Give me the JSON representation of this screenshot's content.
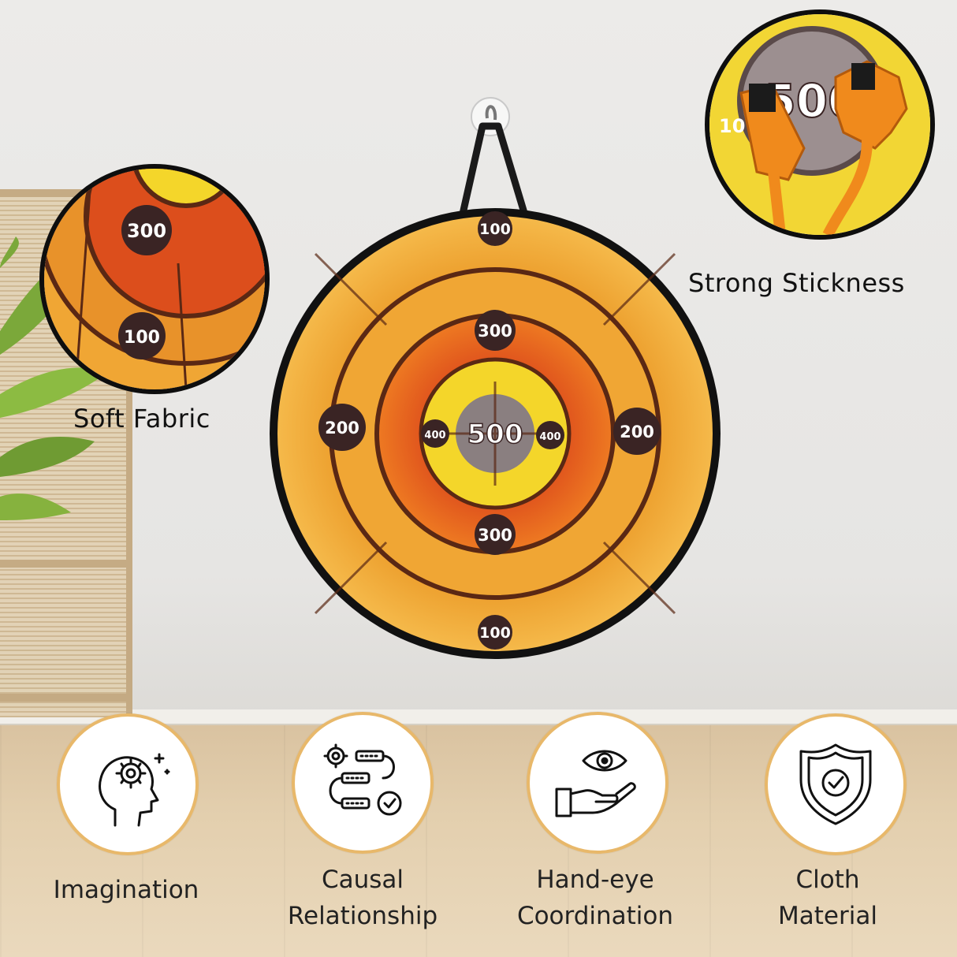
{
  "target": {
    "center_label": "500",
    "inner_left_label": "400",
    "inner_right_label": "400",
    "mid_top_label": "300",
    "mid_bottom_label": "300",
    "outer_left_label": "200",
    "outer_right_label": "200",
    "rim_top_label": "100",
    "rim_bottom_label": "100"
  },
  "zoom_fabric": {
    "caption": "Soft Fabric",
    "label_300": "300",
    "label_100": "100"
  },
  "zoom_stick": {
    "caption": "Strong Stickness",
    "label_500": "500",
    "label_100": "10"
  },
  "features": [
    {
      "label": "Imagination",
      "icon": "head-idea-icon"
    },
    {
      "label_line1": "Causal",
      "label_line2": "Relationship",
      "icon": "process-flow-icon"
    },
    {
      "label_line1": "Hand-eye",
      "label_line2": "Coordination",
      "icon": "hand-eye-icon"
    },
    {
      "label_line1": "Cloth",
      "label_line2": "Material",
      "icon": "shield-check-icon"
    }
  ],
  "colors": {
    "ring_outer": "#f0a634",
    "ring_mid": "#e4601c",
    "ring_inner": "#f4d62a",
    "bullseye": "#8a7f80",
    "badge": "#3a2424",
    "accent_circle_border": "#e8b86a"
  }
}
